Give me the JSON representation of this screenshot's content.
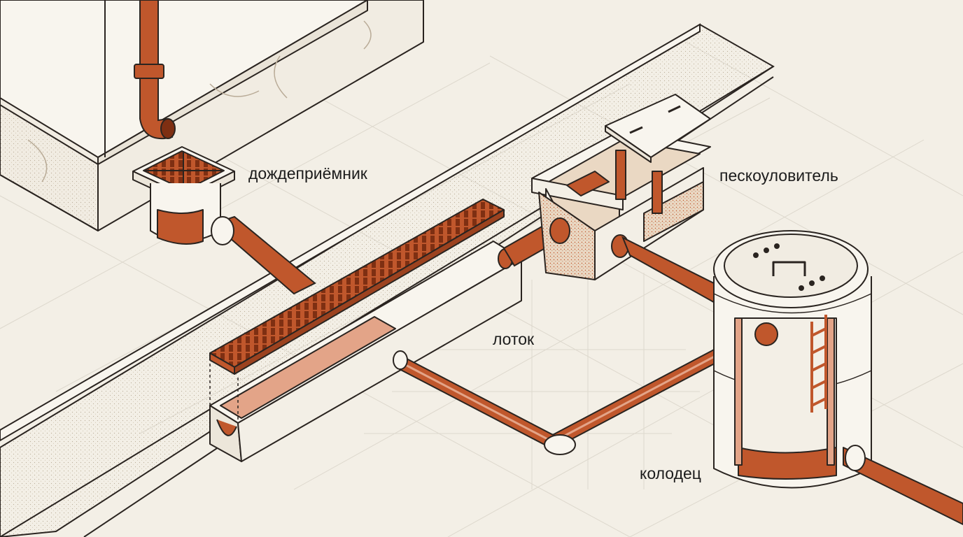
{
  "labels": {
    "rain_inlet": "дождеприёмник",
    "sand_trap": "пескоуловитель",
    "trough": "лоток",
    "well": "колодец"
  },
  "colors": {
    "background": "#f3efe6",
    "grid": "#ddd8cd",
    "line": "#2a2420",
    "rust": "#c0572c",
    "rust_light": "#e3a488",
    "concrete": "#f8f5ee",
    "sand": "#e6d4bd"
  }
}
